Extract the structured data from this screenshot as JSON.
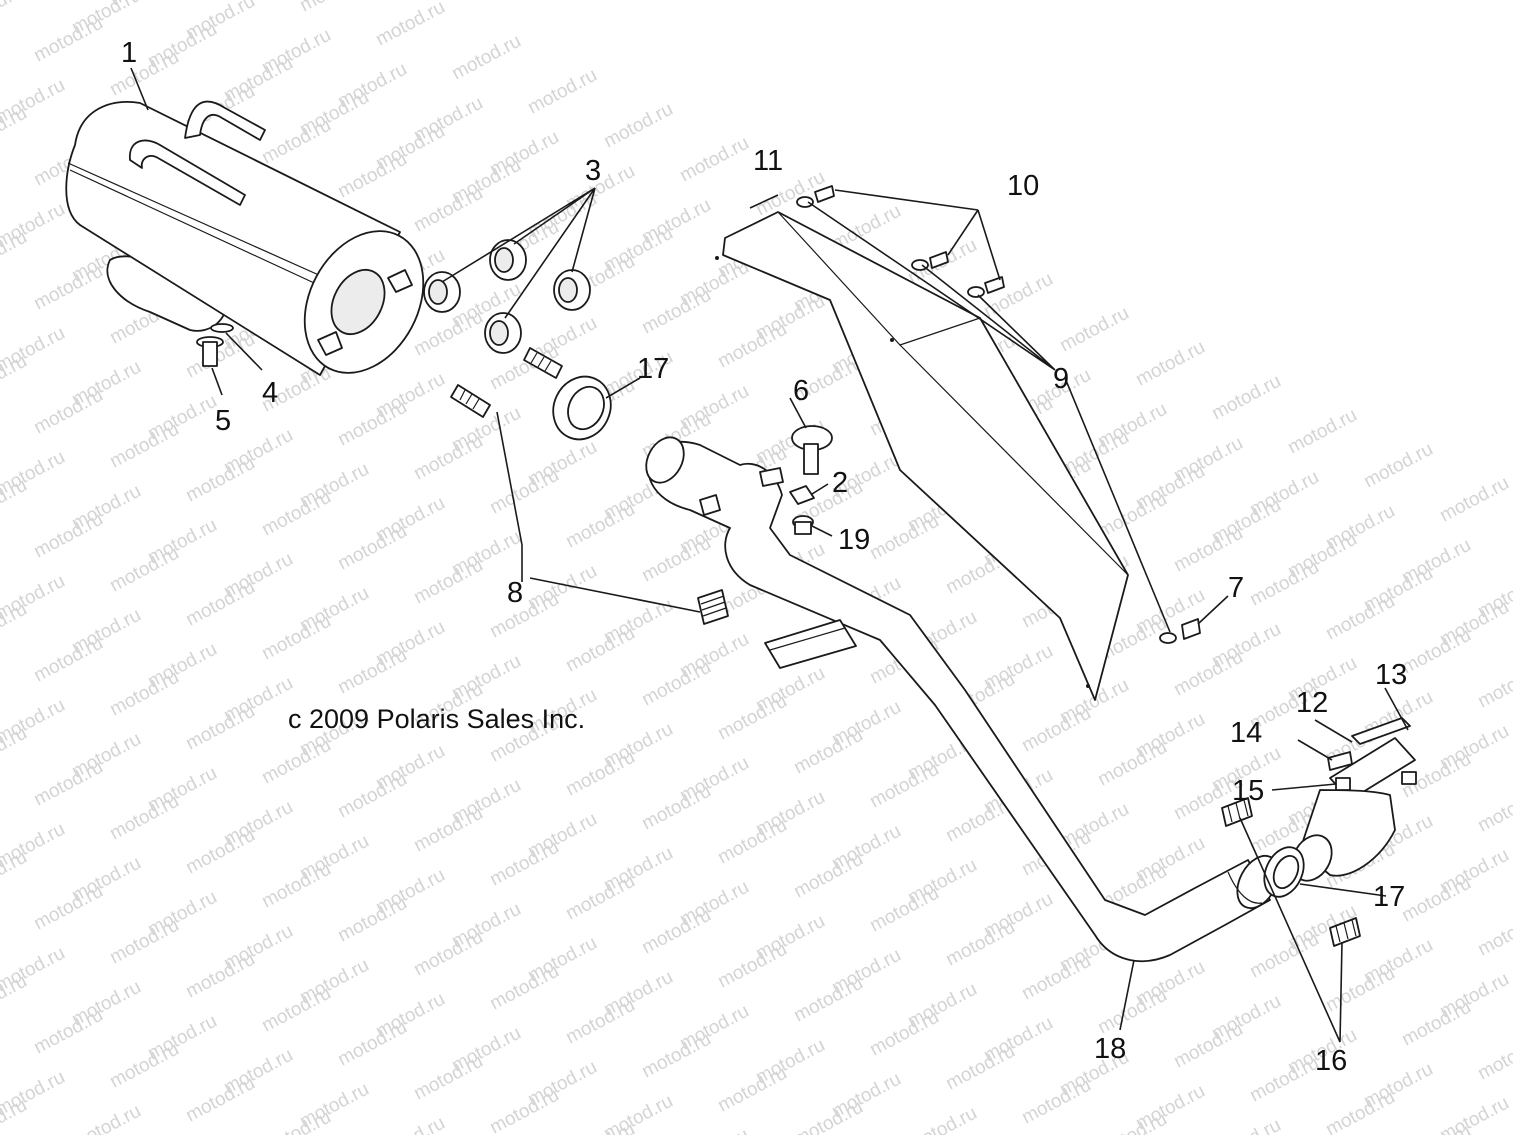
{
  "diagram": {
    "copyright": "c 2009 Polaris Sales Inc.",
    "watermark": "motod.ru",
    "callouts": {
      "c1": "1",
      "c2": "2",
      "c3": "3",
      "c4": "4",
      "c5": "5",
      "c6": "6",
      "c7": "7",
      "c8": "8",
      "c9": "9",
      "c10": "10",
      "c11": "11",
      "c12": "12",
      "c13": "13",
      "c14": "14",
      "c15": "15",
      "c16": "16",
      "c17a": "17",
      "c17b": "17",
      "c18": "18",
      "c19": "19"
    }
  }
}
